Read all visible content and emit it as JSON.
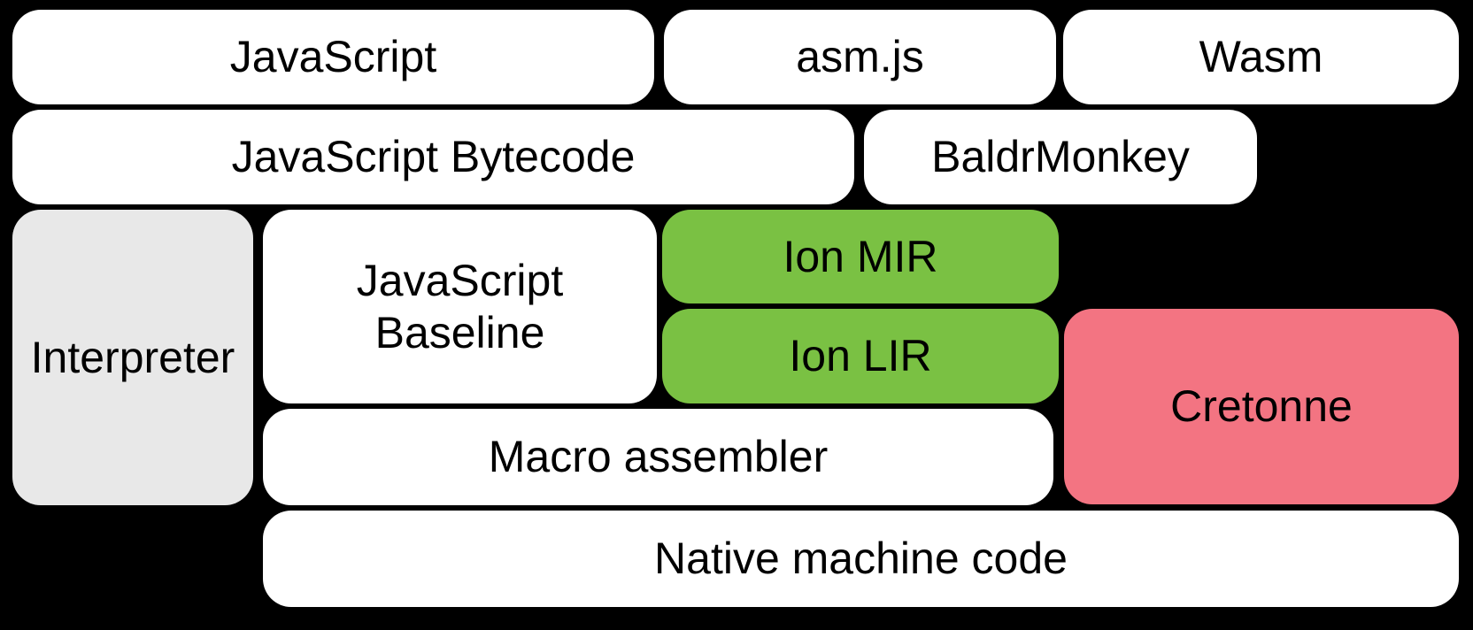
{
  "colors": {
    "background": "#000000",
    "white": "#FFFFFF",
    "grey": "#E8E8E8",
    "green": "#7AC143",
    "pink": "#F37482",
    "text": "#000000"
  },
  "boxes": {
    "javascript": {
      "label": "JavaScript",
      "fill": "#FFFFFF"
    },
    "asmjs": {
      "label": "asm.js",
      "fill": "#FFFFFF"
    },
    "wasm": {
      "label": "Wasm",
      "fill": "#FFFFFF"
    },
    "js_bytecode": {
      "label": "JavaScript Bytecode",
      "fill": "#FFFFFF"
    },
    "baldrmonkey": {
      "label": "BaldrMonkey",
      "fill": "#FFFFFF"
    },
    "interpreter": {
      "label": "Interpreter",
      "fill": "#E8E8E8"
    },
    "js_baseline": {
      "label": "JavaScript Baseline",
      "lines": [
        "JavaScript",
        "Baseline"
      ],
      "fill": "#FFFFFF"
    },
    "ion_mir": {
      "label": "Ion MIR",
      "fill": "#7AC143"
    },
    "ion_lir": {
      "label": "Ion LIR",
      "fill": "#7AC143"
    },
    "cretonne": {
      "label": "Cretonne",
      "fill": "#F37482"
    },
    "macro_assembler": {
      "label": "Macro assembler",
      "fill": "#FFFFFF"
    },
    "native_machine_code": {
      "label": "Native machine code",
      "fill": "#FFFFFF"
    }
  }
}
